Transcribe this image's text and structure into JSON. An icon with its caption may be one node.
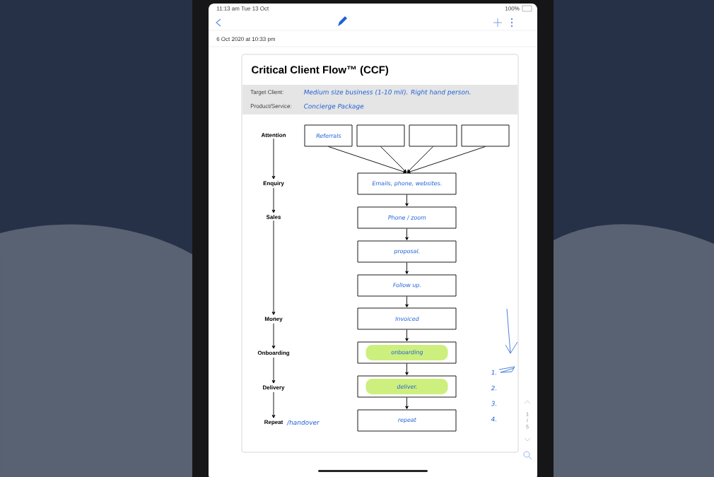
{
  "diagram": {
    "title": "Critical Client Flow™ (CCF)",
    "nodes": [
      {
        "text": [
          "Attention"
        ]
      },
      {
        "text": [
          "Enquiry"
        ]
      },
      {
        "text": [
          "Sales"
        ]
      },
      {
        "text": [
          "Money"
        ]
      },
      {
        "text": [
          "Onboarding"
        ]
      },
      {
        "text": [
          "Delivery"
        ]
      },
      {
        "text": [
          "Repeat"
        ],
        "beside": [
          "/handover"
        ]
      },
      {
        "text": [
          "Referrals"
        ]
      },
      {
        "text": [],
        "shape": "box"
      },
      {
        "text": [],
        "shape": "box"
      },
      {
        "text": [],
        "shape": "box"
      },
      {
        "text": [
          "Emails, phone, websites."
        ]
      },
      {
        "text": [
          "Phone / zoom"
        ]
      },
      {
        "text": [
          "proposal."
        ]
      },
      {
        "text": [
          "Follow up."
        ]
      },
      {
        "text": [
          "Invoiced"
        ]
      },
      {
        "text": [
          "onboarding"
        ]
      },
      {
        "text": [
          "deliver."
        ]
      },
      {
        "text": [
          "repeat"
        ]
      }
    ],
    "edges": [
      {
        "from": 0,
        "to": 1,
        "arrow": "to"
      },
      {
        "from": 1,
        "to": 2,
        "arrow": "to"
      },
      {
        "from": 2,
        "to": 3,
        "arrow": "to"
      },
      {
        "from": 3,
        "to": 4,
        "arrow": "to"
      },
      {
        "from": 4,
        "to": 5,
        "arrow": "to"
      },
      {
        "from": 5,
        "to": 6,
        "arrow": "to"
      },
      {
        "from": 7,
        "to": 11,
        "arrow": "to"
      },
      {
        "from": 8,
        "to": 11,
        "arrow": "to"
      },
      {
        "from": 9,
        "to": 11,
        "arrow": "to"
      },
      {
        "from": 10,
        "to": 11,
        "arrow": "to"
      },
      {
        "from": 11,
        "to": 12,
        "arrow": "to"
      },
      {
        "from": 12,
        "to": 13,
        "arrow": "to"
      },
      {
        "from": 13,
        "to": 14,
        "arrow": "to"
      },
      {
        "from": 14,
        "to": 15,
        "arrow": "to"
      },
      {
        "from": 15,
        "to": 16,
        "arrow": "to"
      },
      {
        "from": 16,
        "to": 17,
        "arrow": "to"
      },
      {
        "from": 17,
        "to": 18,
        "arrow": "to"
      }
    ],
    "labels": [
      "11:13 am  Tue 13 Oct",
      "100%",
      "6 Oct 2020 at 10:33 pm",
      "Target Client:",
      "Medium size business (1-10 mil). Right hand person.",
      "Product/Service:",
      "Concierge Package",
      "1.",
      "2.",
      "3.",
      "4.",
      "1 / 5"
    ]
  }
}
